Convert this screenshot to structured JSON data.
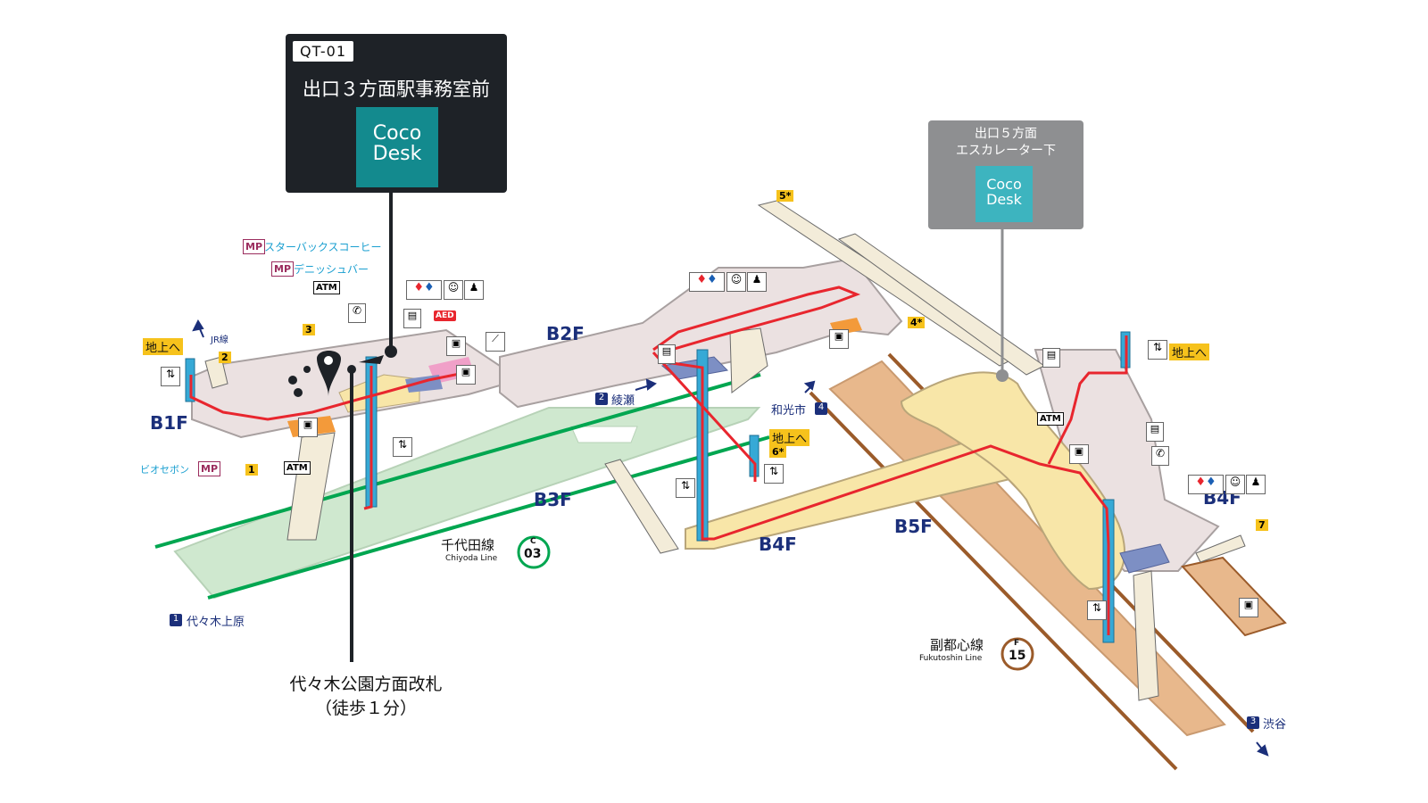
{
  "callout_main": {
    "code": "QT-01",
    "title": "出口３方面駅事務室前",
    "brand_line1": "Coco",
    "brand_line2": "Desk",
    "below_label_line1": "代々木公園方面改札",
    "below_label_line2": "（徒歩１分）"
  },
  "callout_sub": {
    "title_line1": "出口５方面",
    "title_line2": "エスカレーター下",
    "brand_line1": "Coco",
    "brand_line2": "Desk"
  },
  "floors": {
    "b1f": "B1F",
    "b2f": "B2F",
    "b3f": "B3F",
    "b4f_center": "B4F",
    "b4f_right": "B4F",
    "b5f": "B5F"
  },
  "lines": {
    "chiyoda_jp": "千代田線",
    "chiyoda_en": "Chiyoda Line",
    "chiyoda_letter": "C",
    "chiyoda_num": "03",
    "fukutoshin_jp": "副都心線",
    "fukutoshin_en": "Fukutoshin Line",
    "fukutoshin_letter": "F",
    "fukutoshin_num": "15"
  },
  "directions": {
    "d1": "代々木上原",
    "d1_num": "1",
    "d2": "綾瀬",
    "d2_num": "2",
    "d3": "渋谷",
    "d3_num": "3",
    "d4": "和光市",
    "d4_num": "4",
    "jr": "JR線"
  },
  "shops": {
    "mp": "MP",
    "starbucks": "スターバックスコーヒー",
    "denish": "デニッシュバー",
    "vie": "ビオセボン"
  },
  "labels": {
    "to_ground": "地上へ",
    "atm": "ATM",
    "aed": "AED"
  },
  "exits": {
    "e1": "1",
    "e2": "2",
    "e3": "3",
    "e4": "4*",
    "e5": "5*",
    "e6": "6*",
    "e7": "7"
  },
  "colors": {
    "callout_dark": "#1e2227",
    "callout_gray": "#8e8f91",
    "coco_teal": "#138a8e",
    "coco_teal_light": "#3db4bf",
    "route_red": "#e8262e",
    "chiyoda_green": "#00a650",
    "fukutoshin_brown": "#9b5b2a",
    "concourse_pink": "#ebe1e1",
    "platform_green": "#cfe8cf",
    "platform_tan": "#e8b88c",
    "gate_yellow": "#f8e6a8",
    "elevator_blue": "#36a9d6",
    "exit_yellow": "#f6c21c",
    "direction_navy": "#1b2f7a"
  }
}
